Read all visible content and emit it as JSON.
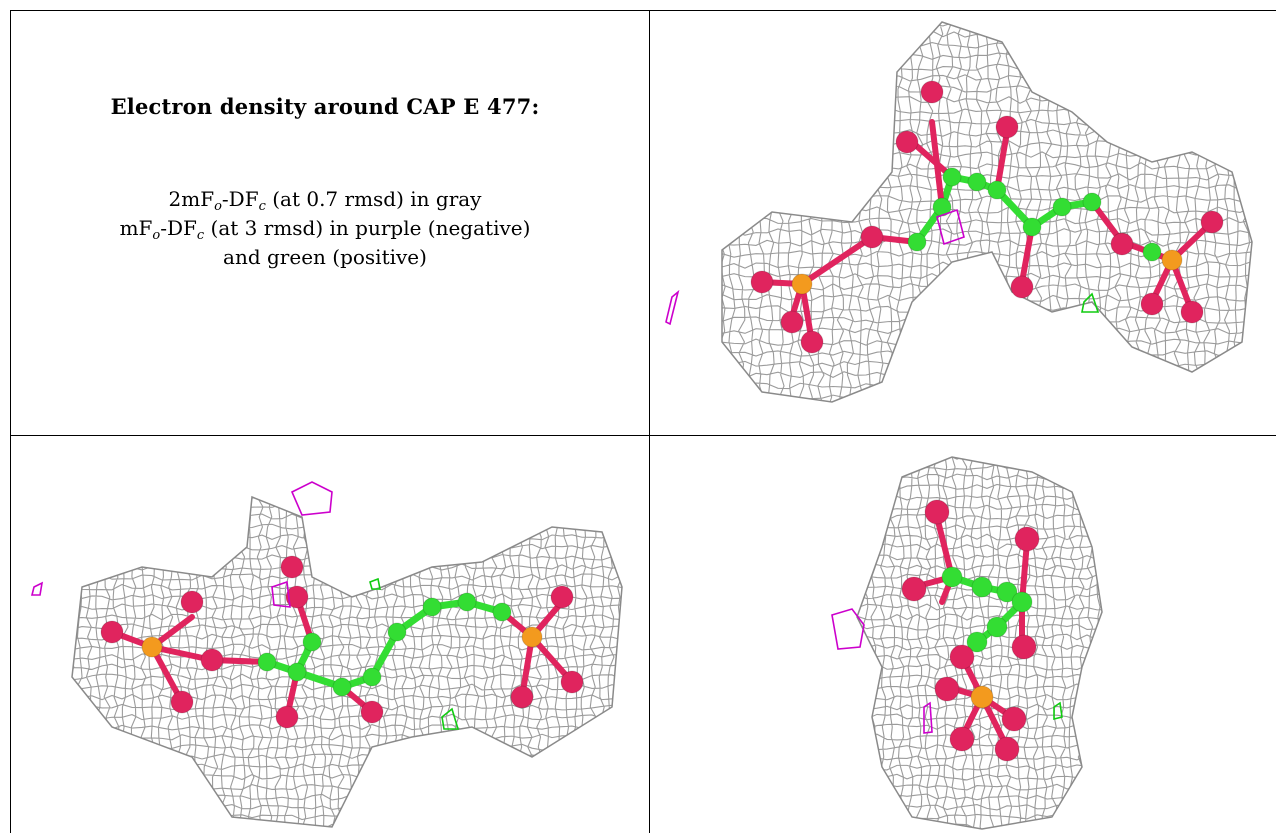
{
  "caption": {
    "title": "Electron density around CAP E 477:",
    "line1": {
      "a": "2mF",
      "a_sub": "o",
      "b": "-DF",
      "b_sub": "c",
      "rest": " (at 0.7 rmsd) in gray"
    },
    "line2": {
      "a": "mF",
      "a_sub": "o",
      "b": "-DF",
      "b_sub": "c",
      "rest": " (at 3 rmsd) in purple (negative)"
    },
    "line3": "and green (positive)"
  },
  "colors": {
    "mesh": "#8a8a8a",
    "carbon": "#33dd33",
    "oxygen": "#e0245e",
    "phosphorus": "#f39a1e",
    "negative": "#cc00cc",
    "positive": "#11cc11",
    "border": "#000000"
  },
  "panels": [
    {
      "name": "view-top-right",
      "icon": "ligandmodel-icon"
    },
    {
      "name": "view-bottom-left",
      "icon": "ligandmodel-icon"
    },
    {
      "name": "view-bottom-right",
      "icon": "ligandmodel-icon"
    }
  ]
}
